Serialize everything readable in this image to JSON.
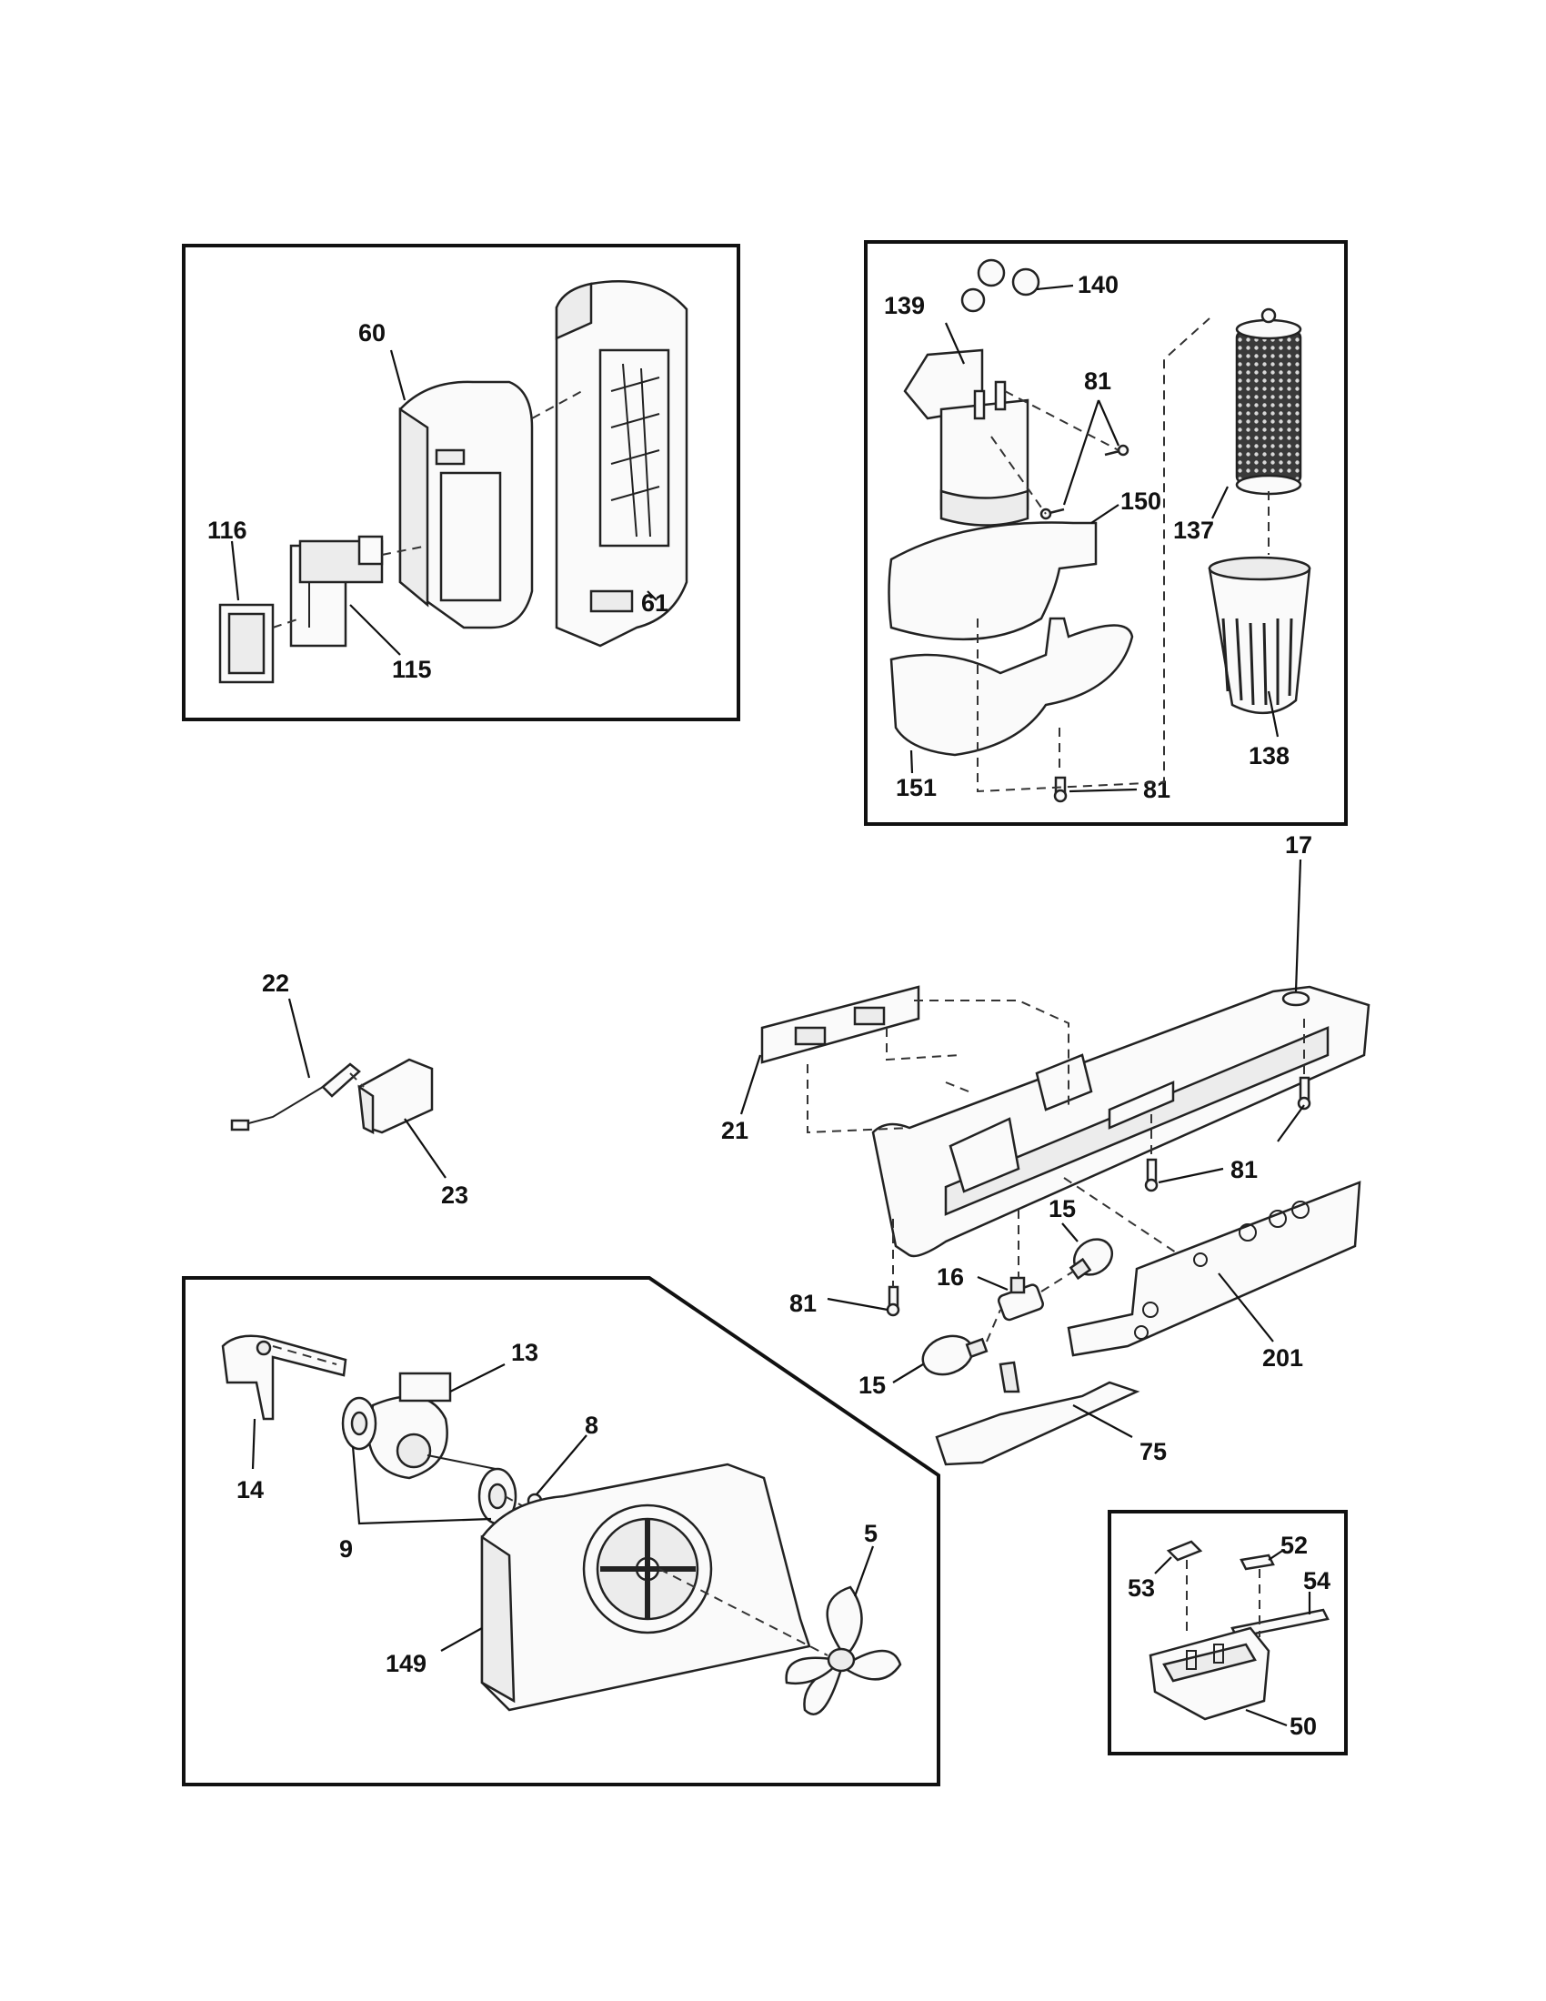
{
  "labels": {
    "p60": "60",
    "p61": "61",
    "p115": "115",
    "p116": "116",
    "p139": "139",
    "p140": "140",
    "p81_top": "81",
    "p150": "150",
    "p137": "137",
    "p138": "138",
    "p151": "151",
    "p81_filter_bottom": "81",
    "p17": "17",
    "p21": "21",
    "p81_right": "81",
    "p81_left": "81",
    "p15_upper": "15",
    "p16": "16",
    "p15_lower": "15",
    "p201": "201",
    "p75": "75",
    "p22": "22",
    "p23": "23",
    "p13": "13",
    "p14": "14",
    "p8": "8",
    "p9": "9",
    "p5": "5",
    "p149": "149",
    "p52": "52",
    "p53": "53",
    "p54": "54",
    "p50": "50"
  },
  "icons": {
    "inset_air_damper": "air-damper-assembly-icon",
    "inset_water_filter": "water-filter-assembly-icon",
    "inset_fan": "evaporator-fan-assembly-icon",
    "inset_tray": "tray-assembly-icon"
  }
}
